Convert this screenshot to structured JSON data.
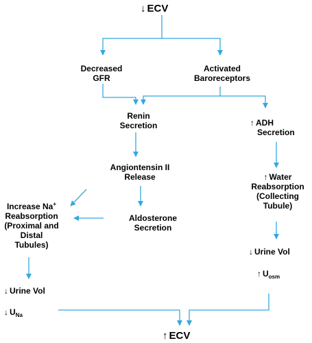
{
  "colors": {
    "line": "#33a8e0",
    "text": "#000000"
  },
  "top_ecv": {
    "arrow": "↓",
    "label": "ECV"
  },
  "decreased_gfr": {
    "line1": "Decreased",
    "line2": "GFR"
  },
  "activated_baroreceptors": {
    "line1": "Activated",
    "line2": "Baroreceptors"
  },
  "renin_secretion": {
    "line1": "Renin",
    "line2": "Secretion"
  },
  "adh_secretion": {
    "arrow": "↑",
    "line1": "ADH",
    "line2": "Secretion"
  },
  "angiotensin_release": {
    "line1": "Angiontensin II",
    "line2": "Release"
  },
  "water_reabsorption": {
    "arrow": "↑",
    "line1": "Water",
    "line2": "Reabsorption",
    "line3": "(Collecting",
    "line4": "Tubule)"
  },
  "increase_na_reabsorption": {
    "line1a": "Increase Na",
    "line1sup": "+",
    "line2": "Reabsorption",
    "line3": "(Proximal and",
    "line4": "Distal",
    "line5": "Tubules)"
  },
  "aldosterone_secretion": {
    "line1": "Aldosterone",
    "line2": "Secretion"
  },
  "urine_vol_right": {
    "arrow": "↓",
    "label": "Urine Vol"
  },
  "uosm_right": {
    "arrow": "↑",
    "main": "U",
    "sub": "osm"
  },
  "urine_vol_left": {
    "arrow": "↓",
    "label": "Urine Vol"
  },
  "una_left": {
    "arrow": "↓",
    "main": "U",
    "sub": "Na"
  },
  "bottom_ecv": {
    "arrow": "↑",
    "label": "ECV"
  }
}
